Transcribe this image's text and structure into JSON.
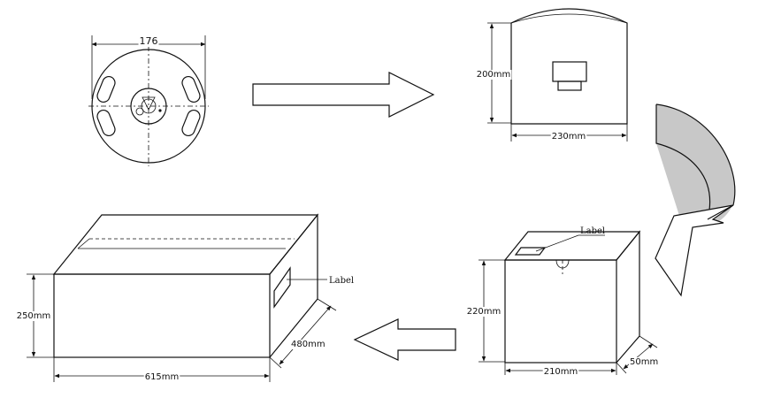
{
  "reel": {
    "diameter_label": "176"
  },
  "bag": {
    "height_label": "200mm",
    "width_label": "230mm"
  },
  "inner_box": {
    "label_text": "Label",
    "height_label": "220mm",
    "width_label": "210mm",
    "depth_label": "50mm"
  },
  "carton": {
    "label_text": "Label",
    "height_label": "250mm",
    "depth_label": "480mm",
    "width_label": "615mm"
  },
  "colors": {
    "line": "#111111",
    "curved_arrow_fill": "#c8c8c8",
    "background": "#ffffff"
  }
}
